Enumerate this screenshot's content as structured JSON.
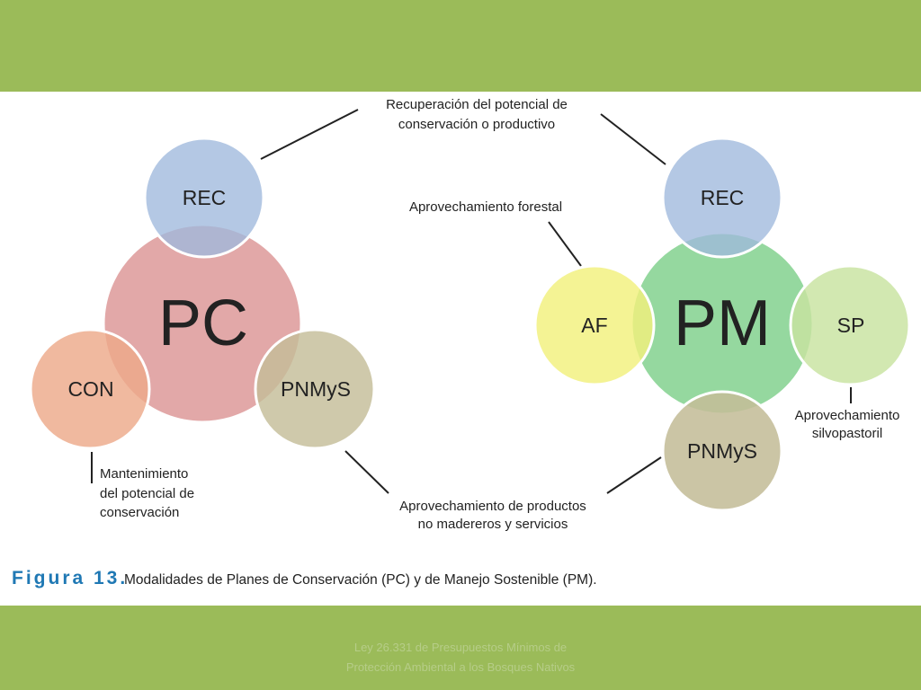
{
  "diagram": {
    "pc": {
      "center": "PC",
      "rec": "REC",
      "con": "CON",
      "pnmys": "PNMyS"
    },
    "pm": {
      "center": "PM",
      "rec": "REC",
      "af": "AF",
      "sp": "SP",
      "pnmys": "PNMyS"
    },
    "annotations": {
      "recuperacion": [
        "Recuperación del potencial de",
        "conservación o productivo"
      ],
      "aprovechamiento_forestal": "Aprovechamiento forestal",
      "aprovechamiento_silvopastoril": [
        "Aprovechamiento",
        "silvopastoril"
      ],
      "mantenimiento": [
        "Mantenimiento",
        "del potencial de",
        "conservación"
      ],
      "productos_no_madereros": [
        "Aprovechamiento de productos",
        "no madereros y servicios"
      ]
    },
    "caption": {
      "label": "Figura 13.",
      "text": "Modalidades de Planes de Conservación (PC) y de Manejo Sostenible (PM)."
    }
  },
  "footer": {
    "line1": "Ley 26.331 de Presupuestos Mínimos de",
    "line2": "Protección Ambiental a los Bosques Nativos"
  },
  "colors": {
    "background": "#9bbb59",
    "pc": "#e0a3a3",
    "rec": "#9fb8dc",
    "con": "#eda98a",
    "pnmys": "#c4bd98",
    "pm": "#8fd69a",
    "af": "#f1f07c",
    "sp": "#c8e3a0",
    "caption_label": "#1f78b4"
  }
}
